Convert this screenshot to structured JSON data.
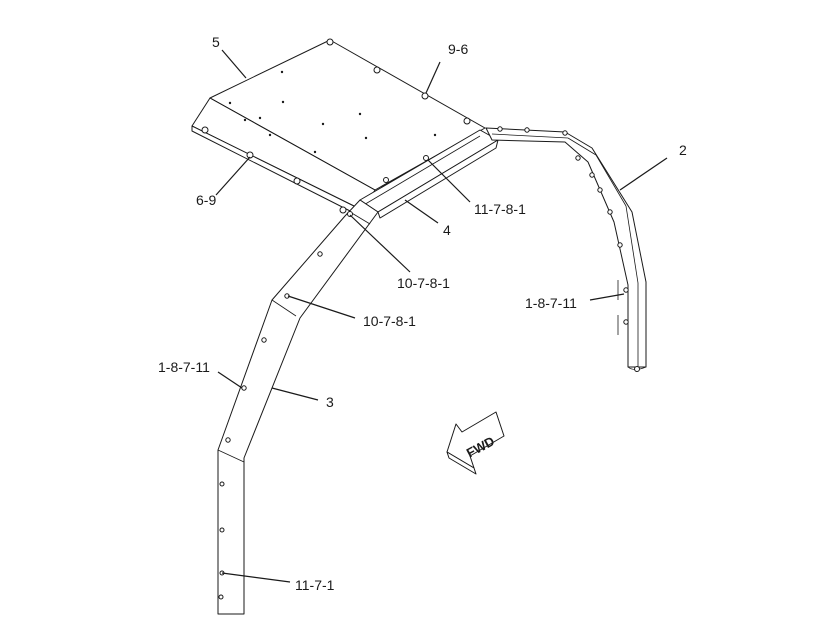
{
  "diagram": {
    "callouts": {
      "c5": "5",
      "c96": "9-6",
      "c2": "2",
      "c69": "6-9",
      "c11781_top": "11-7-8-1",
      "c4": "4",
      "c10781_a": "10-7-8-1",
      "c10781_b": "10-7-8-1",
      "c18711_right": "1-8-7-11",
      "c18711_left": "1-8-7-11",
      "c3": "3",
      "c1171": "11-7-1"
    },
    "arrow_label": "FWD",
    "colors": {
      "line": "#1a1a1a",
      "background": "#ffffff"
    }
  }
}
